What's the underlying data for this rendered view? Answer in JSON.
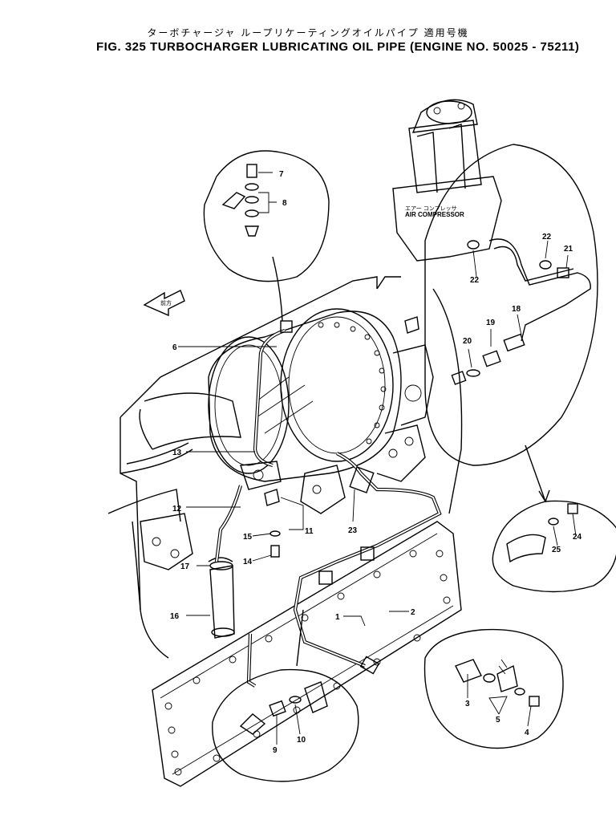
{
  "header": {
    "title_jp": "ターボチャージャ ループリケーティングオイルパイプ 適用号機",
    "title_en": "FIG. 325 TURBOCHARGER LUBRICATING OIL PIPE (ENGINE NO. 50025 - 75211)"
  },
  "labels": {
    "air_compressor_jp": "エアー コンプレッサ",
    "air_compressor": "AIR COMPRESSOR",
    "front_arrow_jp": "前方"
  },
  "parts": {
    "p1": "1",
    "p2": "2",
    "p3": "3",
    "p4": "4",
    "p5": "5",
    "p6": "6",
    "p7": "7",
    "p8": "8",
    "p9": "9",
    "p10": "10",
    "p11": "11",
    "p12": "12",
    "p13": "13",
    "p14": "14",
    "p15": "15",
    "p16": "16",
    "p17": "17",
    "p18": "18",
    "p19": "19",
    "p20": "20",
    "p21": "21",
    "p22a": "22",
    "p22b": "22",
    "p23": "23",
    "p24": "24",
    "p25": "25"
  }
}
